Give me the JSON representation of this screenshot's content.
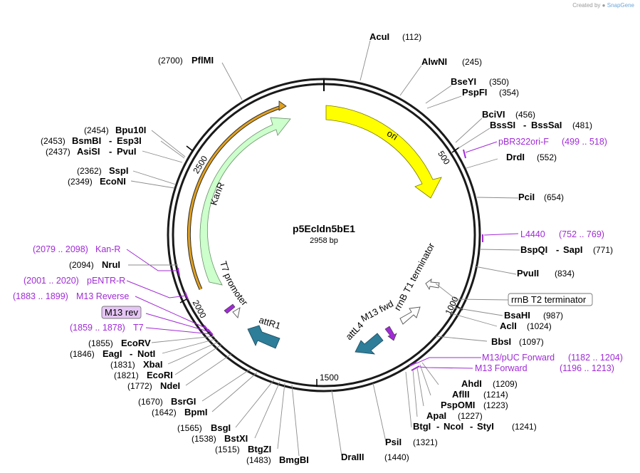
{
  "credit": {
    "prefix": "Created by",
    "brand": "SnapGene"
  },
  "plasmid": {
    "name": "p5Ecldn5bE1",
    "length_label": "2958 bp",
    "length": 2958
  },
  "ticks": [
    {
      "pos": 500,
      "label": "500"
    },
    {
      "pos": 1000,
      "label": "1000"
    },
    {
      "pos": 1500,
      "label": "1500"
    },
    {
      "pos": 2000,
      "label": "2000"
    },
    {
      "pos": 2500,
      "label": "2500"
    }
  ],
  "enzymes_right": [
    {
      "name": "AcuI",
      "pos": "(112)"
    },
    {
      "name": "AlwNI",
      "pos": "(245)"
    },
    {
      "name": "BseYI",
      "pos": "(350)"
    },
    {
      "name": "PspFI",
      "pos": "(354)"
    },
    {
      "name": "BciVI",
      "pos": "(456)"
    },
    {
      "name": "BssSI",
      "sep": "-",
      "name2": "BssSaI",
      "pos": "(481)"
    },
    {
      "name": "DrdI",
      "pos": "(552)"
    },
    {
      "name": "PciI",
      "pos": "(654)"
    },
    {
      "name": "BspQI",
      "sep": "-",
      "name2": "SapI",
      "pos": "(771)"
    },
    {
      "name": "PvuII",
      "pos": "(834)"
    },
    {
      "name": "BsaHI",
      "pos": "(987)"
    },
    {
      "name": "AclI",
      "pos": "(1024)"
    },
    {
      "name": "BbsI",
      "pos": "(1097)"
    },
    {
      "name": "AhdI",
      "pos": "(1209)"
    },
    {
      "name": "AflII",
      "pos": "(1214)"
    },
    {
      "name": "PspOMI",
      "pos": "(1223)"
    },
    {
      "name": "ApaI",
      "pos": "(1227)"
    },
    {
      "name": "BtgI",
      "sep": "-",
      "name2": "NcoI",
      "sep2": "-",
      "name3": "StyI",
      "pos": "(1241)"
    },
    {
      "name": "PsiI",
      "pos": "(1321)"
    },
    {
      "name": "DraIII",
      "pos": "(1440)"
    }
  ],
  "enzymes_left": [
    {
      "name": "PflMI",
      "pos": "(2700)"
    },
    {
      "name": "Bpu10I",
      "pos": "(2454)"
    },
    {
      "name": "BsmBI",
      "sep": "-",
      "name2": "Esp3I",
      "pos": "(2453)"
    },
    {
      "name": "AsiSI",
      "sep": "-",
      "name2": "PvuI",
      "pos": "(2437)"
    },
    {
      "name": "SspI",
      "pos": "(2362)"
    },
    {
      "name": "EcoNI",
      "pos": "(2349)"
    },
    {
      "name": "NruI",
      "pos": "(2094)"
    },
    {
      "name": "EcoRV",
      "pos": "(1855)"
    },
    {
      "name": "EagI",
      "sep": "-",
      "name2": "NotI",
      "pos": "(1846)"
    },
    {
      "name": "XbaI",
      "pos": "(1831)"
    },
    {
      "name": "EcoRI",
      "pos": "(1821)"
    },
    {
      "name": "NdeI",
      "pos": "(1772)"
    },
    {
      "name": "BsrGI",
      "pos": "(1670)"
    },
    {
      "name": "BpmI",
      "pos": "(1642)"
    },
    {
      "name": "BsgI",
      "pos": "(1565)"
    },
    {
      "name": "BstXI",
      "pos": "(1538)"
    },
    {
      "name": "BtgZI",
      "pos": "(1515)"
    },
    {
      "name": "BmgBI",
      "pos": "(1483)"
    }
  ],
  "primers": [
    {
      "name": "pBR322ori-F",
      "range": "(499 .. 518)"
    },
    {
      "name": "L4440",
      "range": "(752 .. 769)"
    },
    {
      "name": "M13/pUC Forward",
      "range": "(1182 .. 1204)"
    },
    {
      "name": "M13 Forward",
      "range": "(1196 .. 1213)"
    },
    {
      "name": "Kan-R",
      "range": "(2079 .. 2098)"
    },
    {
      "name": "pENTR-R",
      "range": "(2001 .. 2020)"
    },
    {
      "name": "M13 Reverse",
      "range": "(1883 .. 1899)"
    },
    {
      "name": "T7",
      "range": "(1859 .. 1878)"
    }
  ],
  "boxed_labels": {
    "terminator_t2": "rrnB T2 terminator",
    "m13rev": "M13 rev"
  },
  "features": {
    "ori": "ori",
    "kanr": "KanR",
    "t7_promoter": "T7 promoter",
    "attr1": "attR1",
    "attl4": "attL4",
    "m13_fwd": "M13 fwd",
    "rrnb_t1": "rrnB T1 terminator"
  },
  "colors": {
    "ori": "#ffff00",
    "kanr": "#ccffcc",
    "orange_arc": "#e0a020",
    "att": "#2e7d99",
    "primer": "#a02bd6",
    "backbone": "#1a1a1a"
  }
}
